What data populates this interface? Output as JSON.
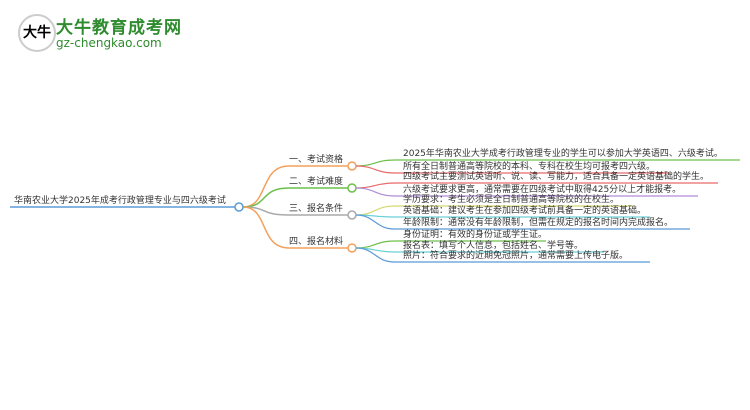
{
  "logo": {
    "title": "大牛教育成考网",
    "url": "gz-chengkao.com",
    "icon_text": "大牛"
  },
  "root": {
    "label": "华南农业大学2025年成考行政管理专业与四六级考试",
    "color": "#5b9bd5"
  },
  "branches": [
    {
      "label": "一、考试资格",
      "color": "#f5a05a",
      "leaves": [
        {
          "text": "2025年华南农业大学成考行政管理专业的学生可以参加大学英语四、六级考试。",
          "color": "#6cc04a"
        },
        {
          "text": "所有全日制普通高等院校的本科、专科在校生均可报考四六级。",
          "color": "#e86a6a"
        }
      ]
    },
    {
      "label": "二、考试难度",
      "color": "#6cc04a",
      "leaves": [
        {
          "text": "四级考试主要测试英语听、说、读、写能力，适合具备一定英语基础的学生。",
          "color": "#e86a6a"
        },
        {
          "text": "六级考试要求更高，通常需要在四级考试中取得425分以上才能报考。",
          "color": "#b08ad8"
        }
      ]
    },
    {
      "label": "三、报名条件",
      "color": "#aaaaaa",
      "leaves": [
        {
          "text": "学历要求：考生必须是全日制普通高等院校的在校生。",
          "color": "#d8d870"
        },
        {
          "text": "英语基础：建议考生在参加四级考试前具备一定的英语基础。",
          "color": "#6ad0d8"
        },
        {
          "text": "年龄限制：通常没有年龄限制，但需在规定的报名时间内完成报名。",
          "color": "#5b9bd5"
        }
      ]
    },
    {
      "label": "四、报名材料",
      "color": "#f5a05a",
      "leaves": [
        {
          "text": "身份证明：有效的身份证或学生证。",
          "color": "#6cc04a"
        },
        {
          "text": "报名表：填写个人信息，包括姓名、学号等。",
          "color": "#6ad0d8"
        },
        {
          "text": "照片：符合要求的近期免冠照片，通常需要上传电子版。",
          "color": "#5b9bd5"
        }
      ]
    }
  ]
}
